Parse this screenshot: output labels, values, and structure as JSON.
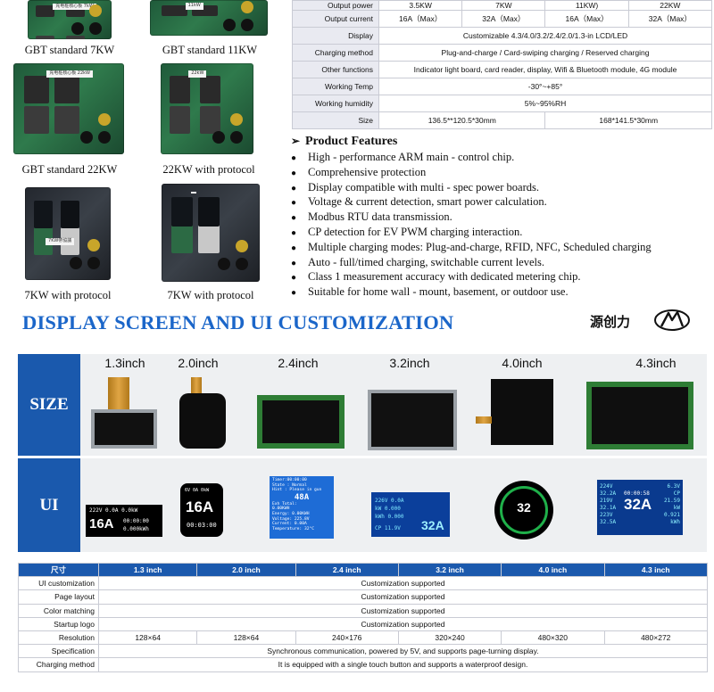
{
  "boards": [
    {
      "caption": "GBT standard 7KW",
      "tag": "充电桩核心板 7kW"
    },
    {
      "caption": "GBT standard 11KW",
      "tag": "11kW"
    },
    {
      "caption": "GBT standard 22KW",
      "tag": "充电桩核心板 22kW"
    },
    {
      "caption": "22KW with protocol",
      "tag": "22kW"
    },
    {
      "caption": "7KW with protocol",
      "tag": "7KW帶協議"
    },
    {
      "caption": "7KW with protocol",
      "tag": ""
    }
  ],
  "spec_table": {
    "rows": [
      {
        "label": "Output power",
        "cells": [
          "3.5KW",
          "7KW",
          "11KW)",
          "22KW"
        ]
      },
      {
        "label": "Output current",
        "cells": [
          "16A（Max）",
          "32A（Max）",
          "16A（Max）",
          "32A（Max）"
        ]
      },
      {
        "label": "Display",
        "value": "Customizable 4.3/4.0/3.2/2.4/2.0/1.3-in LCD/LED"
      },
      {
        "label": "Charging method",
        "value": "Plug-and-charge / Card-swiping charging / Reserved charging"
      },
      {
        "label": "Other functions",
        "value": "Indicator light board, card reader, display, Wifi & Bluetooth module, 4G module"
      },
      {
        "label": "Working Temp",
        "value": "-30°~+85°"
      },
      {
        "label": "Working humidity",
        "value": "5%~95%RH"
      },
      {
        "label": "Size",
        "cells": [
          "136.5**120.5*30mm",
          "168*141.5*30mm"
        ]
      }
    ]
  },
  "features": {
    "arrow": "➢",
    "bullet": "●",
    "title": "Product Features",
    "items": [
      "High - performance ARM main - control chip.",
      "Comprehensive protection",
      "Display compatible with multi - spec power boards.",
      "Voltage & current detection, smart power calculation.",
      "Modbus RTU data transmission.",
      "CP detection for EV PWM charging interaction.",
      "Multiple charging modes: Plug-and-charge, RFID, NFC, Scheduled charging",
      "Auto - full/timed charging, switchable current levels.",
      "Class 1 measurement accuracy with dedicated metering chip.",
      "Suitable for home wall - mount, basement, or outdoor use."
    ]
  },
  "banner": {
    "title": "DISPLAY SCREEN AND UI CUSTOMIZATION",
    "brand": "源创力",
    "accent": "#1b66c9"
  },
  "size_row": {
    "label": "SIZE",
    "sizes": [
      "1.3inch",
      "2.0inch",
      "2.4inch",
      "3.2inch",
      "4.0inch",
      "4.3inch"
    ]
  },
  "ui_row": {
    "label": "UI",
    "s13": {
      "line1": "222V  0.0A  0.0kW",
      "big": "16A",
      "line2": "00:00:00",
      "line3": "0.000kWh"
    },
    "s20": {
      "top": "6V   0A   0kW",
      "big": "16A",
      "time": "00:03:00"
    },
    "s24": {
      "lines": [
        "Timer:00:00:00",
        "State : Normal",
        "Hint : Please in gun",
        "48A",
        "Exh Total:",
        "0.00KWH",
        "Energy: 0.00KWH",
        "Voltage: 225.8V",
        "Current: 0.00A",
        "Temperature: 32°C"
      ]
    },
    "s32": {
      "rows": [
        "226V  0.0A",
        "kW  0.000",
        "kWh  0.000"
      ],
      "big": "32A",
      "cp": "CP  11.9V"
    },
    "s40": {
      "big": "32"
    },
    "s43": {
      "left": [
        "224V",
        "32.2A",
        "219V",
        "32.1A",
        "223V",
        "32.5A"
      ],
      "big": "32A",
      "time": "00:00:58",
      "right": [
        "6.3V",
        "CP",
        "21.59",
        "kW",
        "0.921",
        "kWh"
      ]
    }
  },
  "bottom_table": {
    "header": [
      "尺寸",
      "1.3 inch",
      "2.0 inch",
      "2.4 inch",
      "3.2 inch",
      "4.0 inch",
      "4.3 inch"
    ],
    "rows": [
      {
        "label": "UI customization",
        "value": "Customization supported"
      },
      {
        "label": "Page layout",
        "value": "Customization supported"
      },
      {
        "label": "Color matching",
        "value": "Customization supported"
      },
      {
        "label": "Startup logo",
        "value": "Customization supported"
      },
      {
        "label": "Resolution",
        "cells": [
          "128×64",
          "128×64",
          "240×176",
          "320×240",
          "480×320",
          "480×272"
        ]
      },
      {
        "label": "Specification",
        "value": "Synchronous communication, powered by 5V, and supports page-turning display."
      },
      {
        "label": "Charging method",
        "value": "It is equipped with a single touch button and supports a waterproof design."
      }
    ]
  }
}
